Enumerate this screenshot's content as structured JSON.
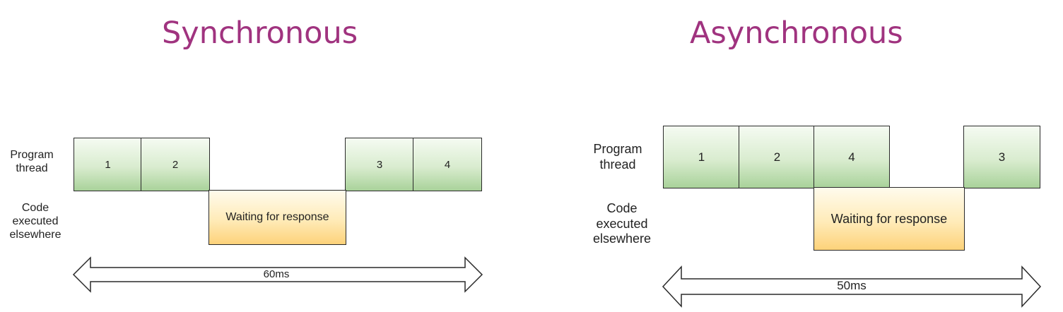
{
  "sync": {
    "title": "Synchronous",
    "labels": {
      "program_thread": "Program\nthread",
      "code_elsewhere": "Code\nexecuted\nelsewhere"
    },
    "blocks": [
      "1",
      "2",
      "3",
      "4"
    ],
    "waiting": "Waiting for response",
    "duration": "60ms"
  },
  "async": {
    "title": "Asynchronous",
    "labels": {
      "program_thread": "Program\nthread",
      "code_elsewhere": "Code\nexecuted\nelsewhere"
    },
    "blocks": [
      "1",
      "2",
      "4",
      "3"
    ],
    "waiting": "Waiting for response",
    "duration": "50ms"
  },
  "colors": {
    "title": "#a0337f",
    "thread_block": "#cfe6c4",
    "waiting_block": "#ffe4a3",
    "border": "#2a2a2a"
  }
}
